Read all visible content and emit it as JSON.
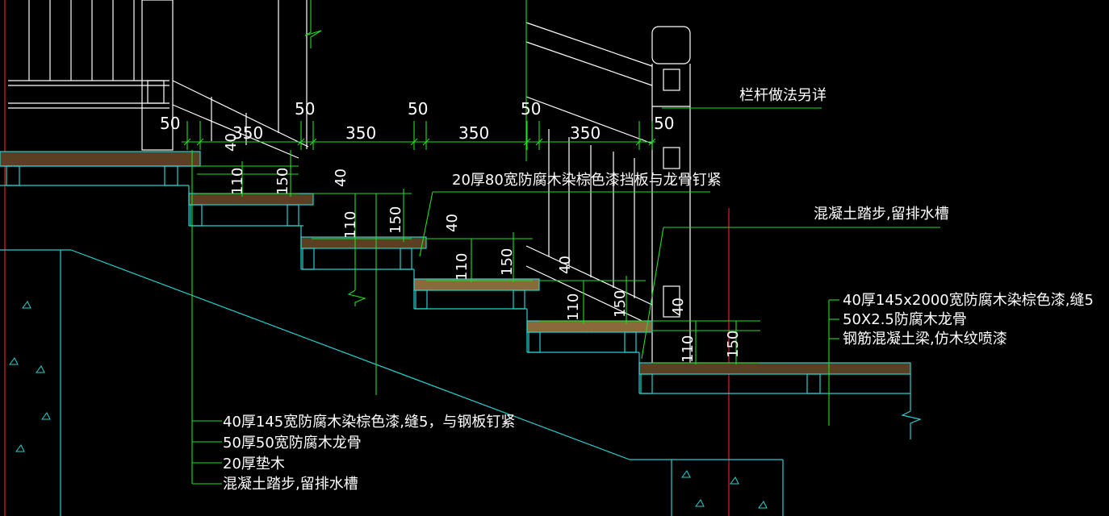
{
  "drawing": {
    "background": "#000000",
    "colors": {
      "structure": "#26d0d0",
      "dimension": "#22dd22",
      "annotation": "#ffffff",
      "railing": "#ffffff",
      "axis": "#dd2222",
      "wood_fill": "#5a3f22",
      "wood_fill_light": "#8a6a3a"
    },
    "dims_top": [
      "50",
      "350",
      "50",
      "350",
      "50",
      "350",
      "50",
      "350",
      "50"
    ],
    "dims_step": [
      "40",
      "110",
      "150"
    ],
    "notes": {
      "railing": "栏杆做法另详",
      "fascia": "20厚80宽防腐木染棕色漆挡板与龙骨钉紧",
      "tread_top": "混凝土踏步,留排水槽",
      "right_1": "40厚145x2000宽防腐木染棕色漆,缝5",
      "right_2": "50X2.5防腐木龙骨",
      "right_3": "钢筋混凝土梁,仿木纹喷漆",
      "left_1": "40厚145宽防腐木染棕色漆,缝5，与钢板钉紧",
      "left_2": "50厚50宽防腐木龙骨",
      "left_3": "20厚垫木",
      "left_4": "混凝土踏步,留排水槽"
    }
  }
}
